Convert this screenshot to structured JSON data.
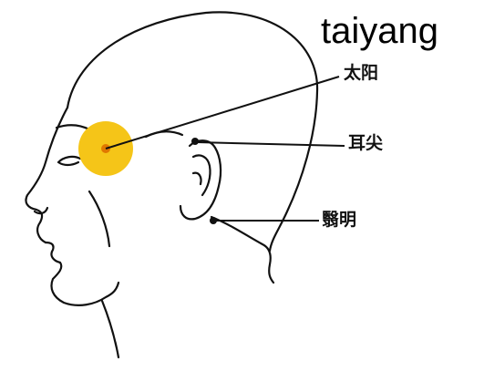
{
  "title": "taiyang",
  "points": [
    {
      "label": "太阳"
    },
    {
      "label": "耳尖"
    },
    {
      "label": "翳明"
    }
  ],
  "colors": {
    "highlight": "#F5C518",
    "highlight_center": "#E07800",
    "line": "#111111"
  }
}
